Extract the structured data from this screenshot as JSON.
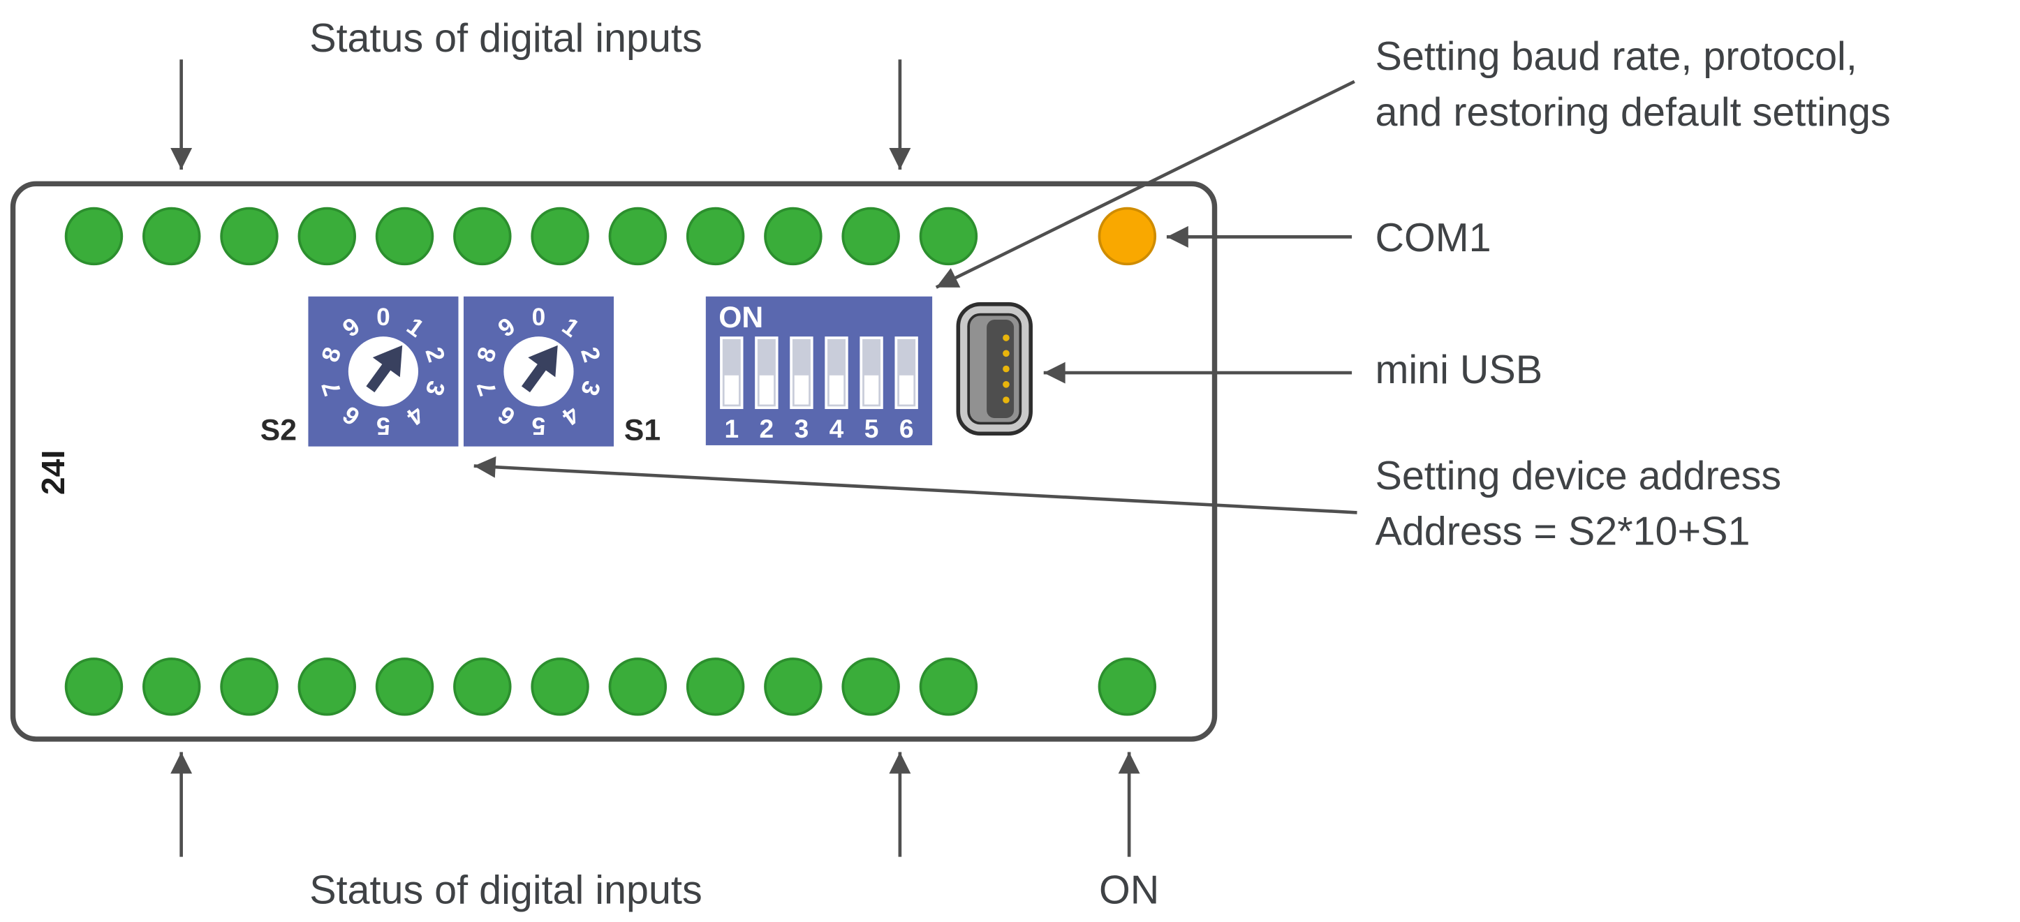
{
  "colors": {
    "led_green": "#3aad3a",
    "led_green_border": "#2c8f2e",
    "led_orange": "#f9a800",
    "led_orange_border": "#cf8c00",
    "switch_blue": "#5a68af",
    "outline": "#4f4f4f",
    "text": "#3f4245"
  },
  "board": {
    "model_label": "24I",
    "digital_input_leds_per_row": 12
  },
  "rotary_switches": {
    "left_label": "S2",
    "right_label": "S1",
    "digits": [
      "0",
      "1",
      "2",
      "3",
      "4",
      "5",
      "6",
      "7",
      "8",
      "9"
    ],
    "pointer_position": "1"
  },
  "dip_switch": {
    "on_label": "ON",
    "positions": [
      "1",
      "2",
      "3",
      "4",
      "5",
      "6"
    ]
  },
  "annotations": {
    "top_inputs": "Status of digital inputs",
    "baud_line1": "Setting baud rate, protocol,",
    "baud_line2": "and restoring default settings",
    "com1": "COM1",
    "mini_usb": "mini USB",
    "address_line1": "Setting device address",
    "address_line2": "Address = S2*10+S1",
    "bottom_inputs": "Status of digital inputs",
    "on_led": "ON"
  }
}
